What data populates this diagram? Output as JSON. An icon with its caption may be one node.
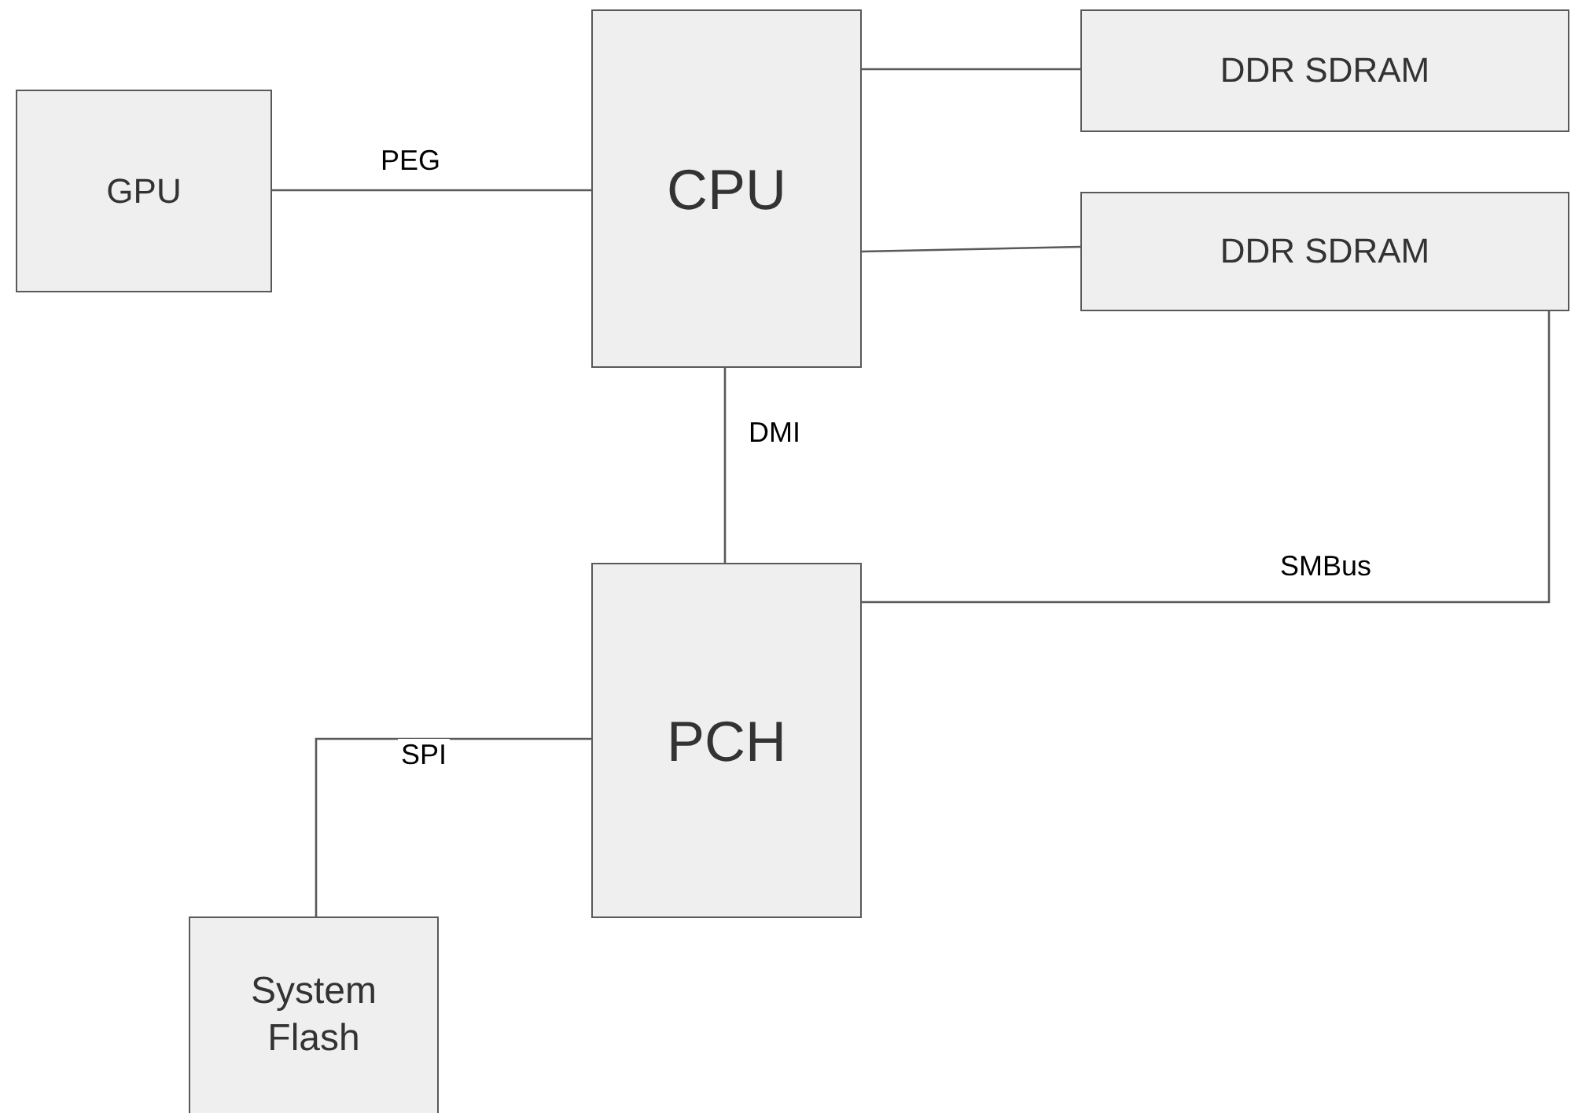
{
  "diagram": {
    "nodes": [
      {
        "text": [
          "GPU"
        ]
      },
      {
        "text": [
          "CPU"
        ]
      },
      {
        "text": [
          "DDR SDRAM"
        ]
      },
      {
        "text": [
          "DDR SDRAM"
        ]
      },
      {
        "text": [
          "PCH"
        ]
      },
      {
        "text": [
          "System Flash"
        ]
      }
    ],
    "edges": [
      {
        "from": 0,
        "to": 1,
        "arrow": "none",
        "label": "PEG"
      },
      {
        "from": 1,
        "to": 2,
        "arrow": "none"
      },
      {
        "from": 1,
        "to": 3,
        "arrow": "none"
      },
      {
        "from": 1,
        "to": 4,
        "arrow": "none",
        "label": "DMI"
      },
      {
        "from": 4,
        "to": 3,
        "arrow": "none",
        "label": "SMBus"
      },
      {
        "from": 4,
        "to": 5,
        "arrow": "none",
        "label": "SPI"
      }
    ]
  }
}
